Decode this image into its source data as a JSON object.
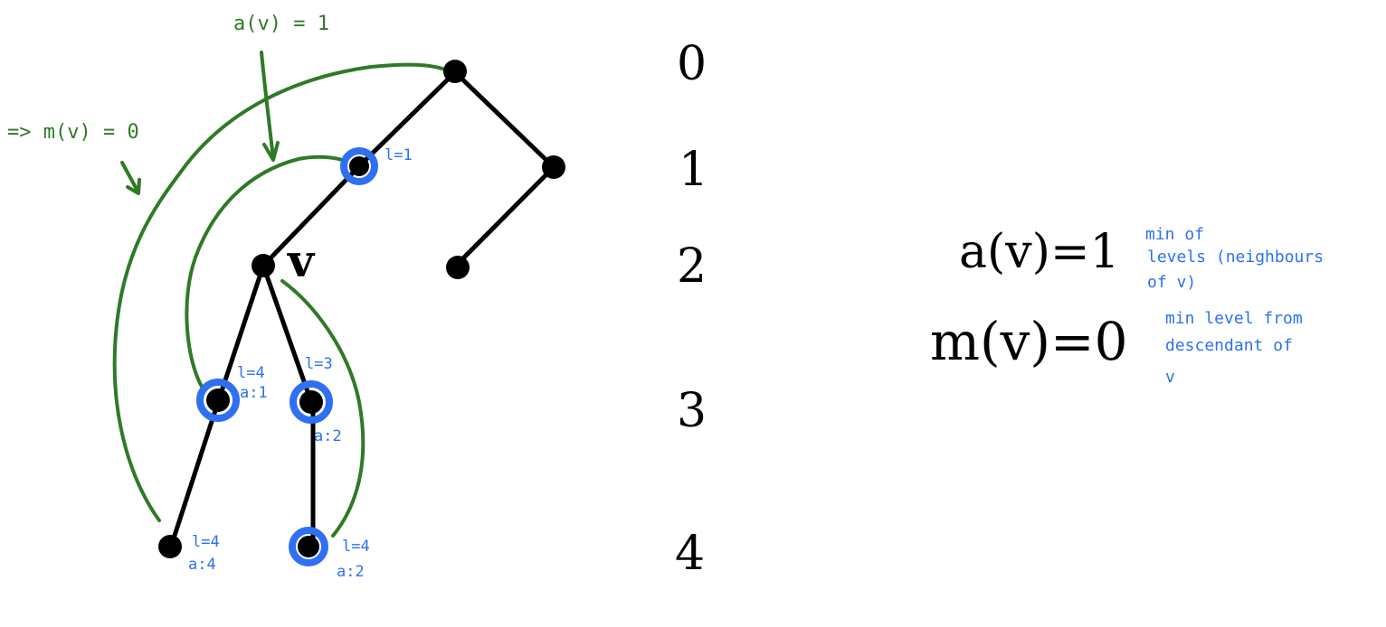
{
  "colors": {
    "black": "#000000",
    "green": "#2f7a26",
    "blue": "#2f6ff2",
    "background": "#ffffff"
  },
  "tree": {
    "node_v_label": "v",
    "node_labels": {
      "n1_l": "l=1",
      "n3a_l": "l=4",
      "n3a_a": "a:1",
      "n3b_l": "l=3",
      "n3b_a": "a:2",
      "n4a_l": "l=4",
      "n4a_a": "a:4",
      "n4b_l": "l=4",
      "n4b_a": "a:2"
    }
  },
  "levels": [
    "0",
    "1",
    "2",
    "3",
    "4"
  ],
  "annotations": {
    "top_arrow_label": "a(v) = 1",
    "left_arrow_label": "=> m(v) = 0"
  },
  "definitions": {
    "a_def": "a(v)=1",
    "a_note_lines": [
      "min of",
      "levels (neighbours",
      "of v)"
    ],
    "m_def": "m(v)=0",
    "m_note_lines": [
      "min level from",
      "descendant of",
      "v"
    ]
  }
}
